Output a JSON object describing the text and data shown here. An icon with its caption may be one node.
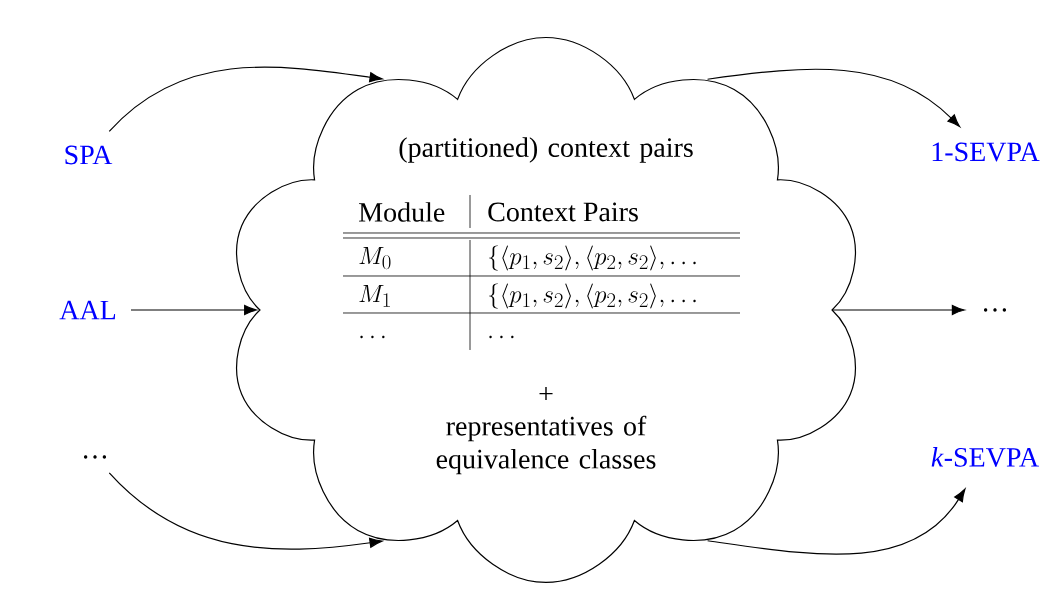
{
  "diagram": {
    "nodes": [
      {
        "text": [
          "(partitioned) context pairs",
          "+",
          "representatives of equivalence classes"
        ]
      },
      {
        "text": [
          "SPA"
        ]
      },
      {
        "text": [
          "AAL"
        ]
      },
      {
        "text": [
          "…"
        ]
      },
      {
        "text": [
          "1-SEVPA"
        ]
      },
      {
        "text": [
          "…"
        ]
      },
      {
        "text": [
          "*k*-SEVPA"
        ]
      }
    ],
    "edges": [
      {
        "from": 1,
        "to": 0,
        "arrow": "to"
      },
      {
        "from": 2,
        "to": 0,
        "arrow": "to"
      },
      {
        "from": 3,
        "to": 0,
        "arrow": "to"
      },
      {
        "from": 0,
        "to": 4,
        "arrow": "to"
      },
      {
        "from": 0,
        "to": 5,
        "arrow": "to"
      },
      {
        "from": 0,
        "to": 6,
        "arrow": "to"
      }
    ],
    "labels": [
      "Module",
      "Context Pairs",
      "M_0",
      "\\{\\langle p_1,s_2\\rangle,\\langle p_2,s_2\\rangle,\\dots",
      "M_1",
      "\\{\\langle p_1,s_2\\rangle,\\langle p_2,s_2\\rangle,\\dots",
      "\\dots",
      "\\dots"
    ]
  }
}
